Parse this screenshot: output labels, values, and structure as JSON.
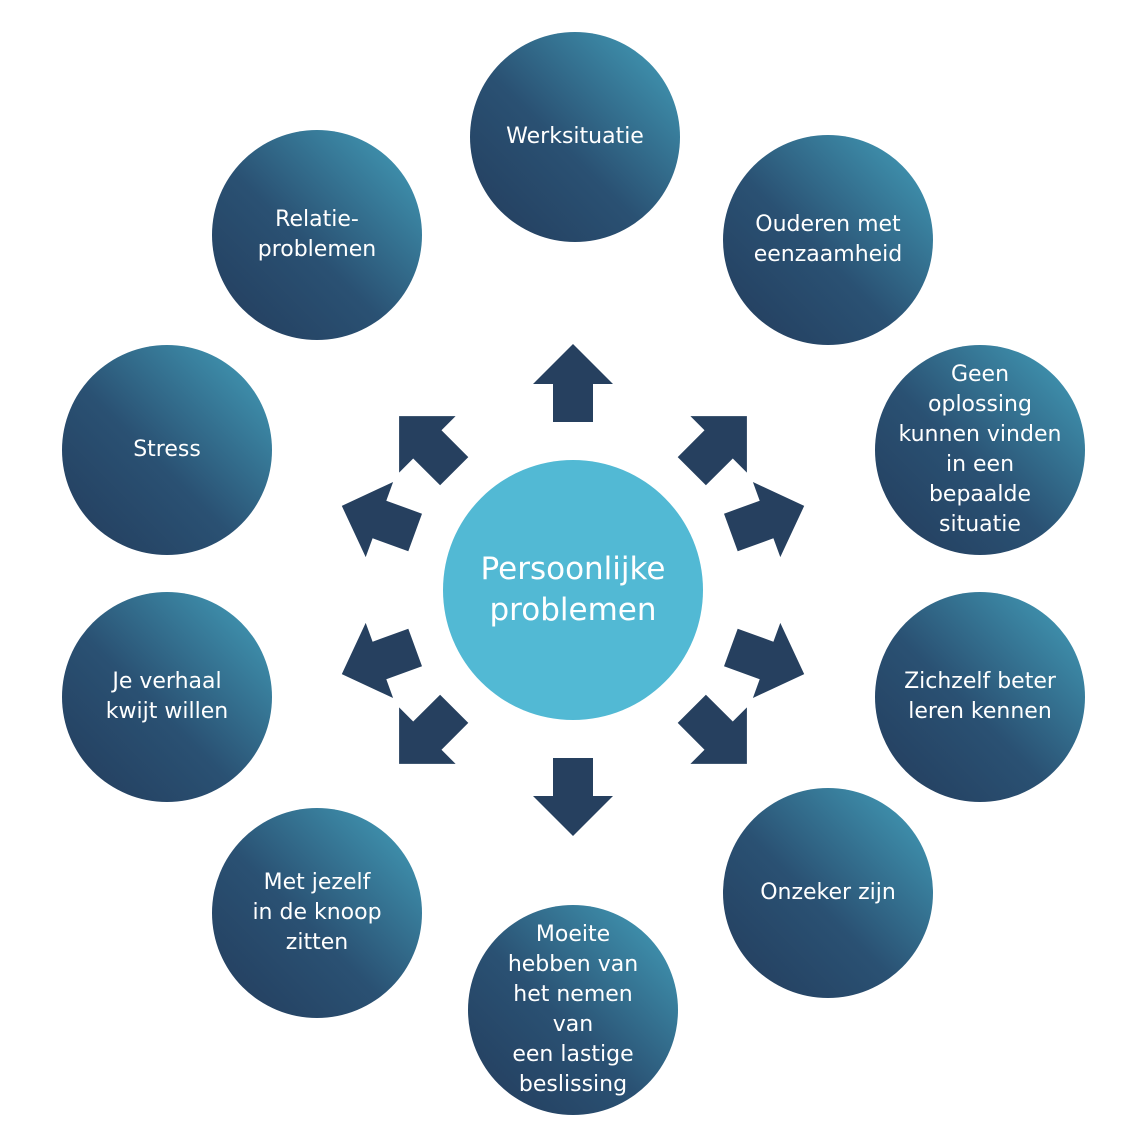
{
  "center": {
    "label": "Persoonlijke\nproblemen",
    "color": "#52b9d4"
  },
  "topics": [
    {
      "label": "Werksituatie"
    },
    {
      "label": "Ouderen met\neenzaamheid"
    },
    {
      "label": "Geen\noplossing\nkunnen vinden\nin een\nbepaalde\nsituatie"
    },
    {
      "label": "Zichzelf beter\nleren kennen"
    },
    {
      "label": "Onzeker zijn"
    },
    {
      "label": "Moeite\nhebben van\nhet nemen van\neen lastige\nbeslissing"
    },
    {
      "label": "Met jezelf\nin de knoop\nzitten"
    },
    {
      "label": "Je verhaal\nkwijt willen"
    },
    {
      "label": "Stress"
    },
    {
      "label": "Relatie-\nproblemen"
    }
  ],
  "colors": {
    "circle_dark": "#233c5c",
    "circle_light": "#44a1bc",
    "arrow": "#26405f"
  }
}
